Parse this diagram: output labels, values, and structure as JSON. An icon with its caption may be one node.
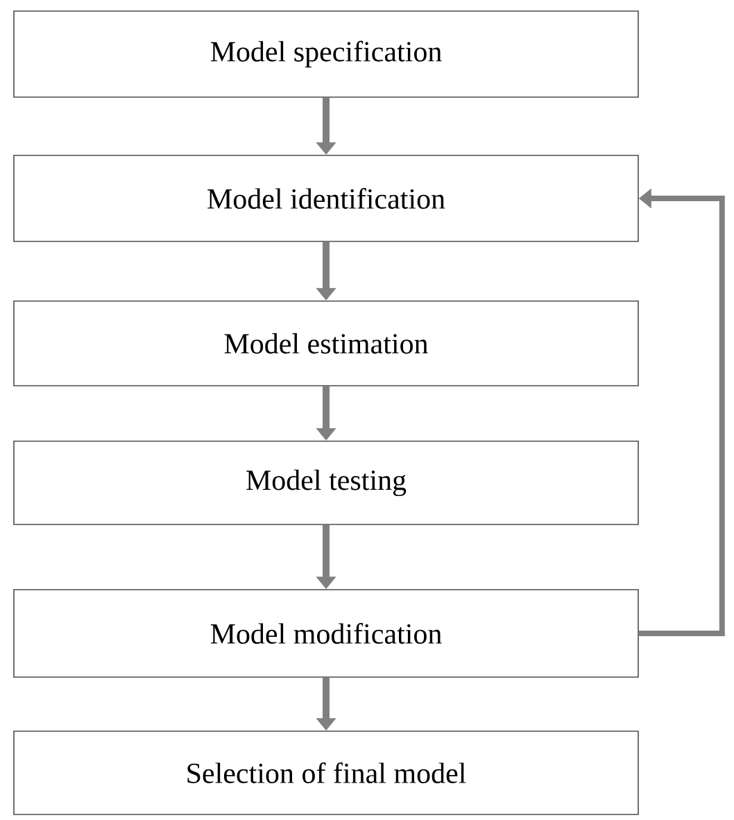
{
  "diagram": {
    "nodes": [
      {
        "text": [
          "Model specification"
        ]
      },
      {
        "text": [
          "Model identification"
        ]
      },
      {
        "text": [
          "Model estimation"
        ]
      },
      {
        "text": [
          "Model testing"
        ]
      },
      {
        "text": [
          "Model modification"
        ]
      },
      {
        "text": [
          "Selection of final model"
        ]
      }
    ],
    "edges": [
      {
        "from": 0,
        "to": 1,
        "arrow": "to"
      },
      {
        "from": 1,
        "to": 2,
        "arrow": "to"
      },
      {
        "from": 2,
        "to": 3,
        "arrow": "to"
      },
      {
        "from": 3,
        "to": 4,
        "arrow": "to"
      },
      {
        "from": 4,
        "to": 5,
        "arrow": "to"
      },
      {
        "from": 4,
        "to": 1,
        "arrow": "to"
      }
    ]
  }
}
